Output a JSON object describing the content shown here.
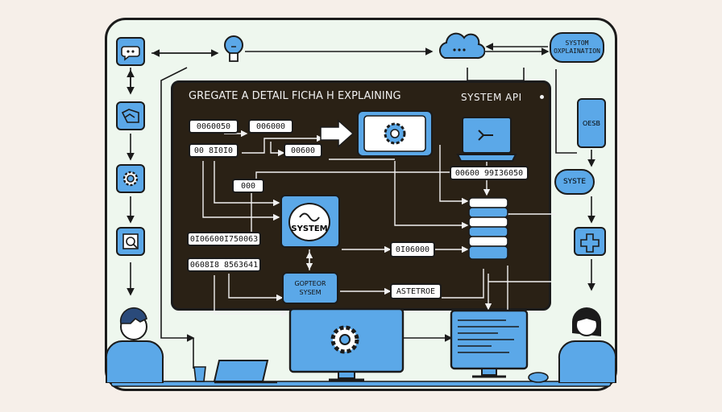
{
  "header": {
    "title": "GREGATE A DETAIL FICHA H EXPLAINING",
    "api_label": "SYSTEM API"
  },
  "top_right": {
    "note_line1": "SYSTOM",
    "note_line2": "OXPLAINATION"
  },
  "side": {
    "phone_label": "OESB",
    "system_label": "SYSTE"
  },
  "chips": {
    "c1": "0060050",
    "c2": "006000",
    "c3": "00 8I0I0",
    "c4": "00600",
    "c5": "000",
    "c6": "0I06600I750063",
    "c7": "0608I8 8563641",
    "c8": "00600 99I36050",
    "c9": "0I06000",
    "c10": "ASTETROE"
  },
  "center": {
    "system_title": "SYSTEM",
    "gopteor_line1": "GOPTEOR",
    "gopteor_line2": "SYSEM"
  },
  "icons": {
    "left_column": [
      "chat-icon",
      "folder-icon",
      "gear-icon",
      "target-icon"
    ],
    "top": [
      "lightbulb-icon",
      "cloud-icon"
    ],
    "right": [
      "plus-icon"
    ]
  },
  "colors": {
    "accent": "#5ba8e8",
    "board": "#2a2115",
    "outline": "#1b1b1b",
    "background": "#eef7ee"
  }
}
